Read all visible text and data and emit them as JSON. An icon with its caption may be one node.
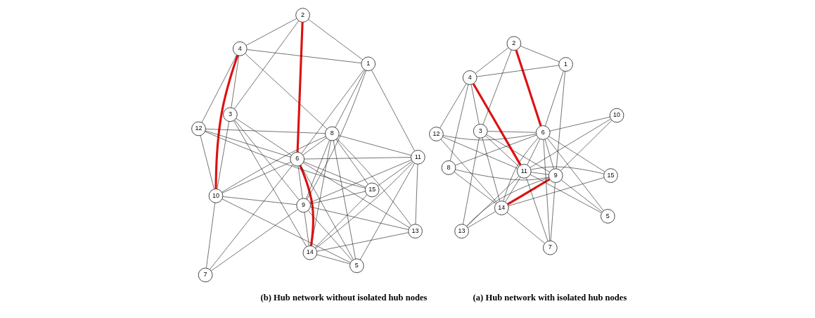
{
  "diagram": {
    "nodes": [
      {
        "text": [
          "14"
        ]
      },
      {
        "text": [
          "15"
        ]
      },
      {
        "text": [
          "13"
        ]
      },
      {
        "text": [
          "9"
        ]
      },
      {
        "text": [
          "11"
        ]
      },
      {
        "text": [
          "10"
        ]
      },
      {
        "text": [
          "12"
        ]
      },
      {
        "text": [
          "5"
        ]
      },
      {
        "text": [
          "8"
        ]
      },
      {
        "text": [
          "7"
        ]
      },
      {
        "text": [
          "6"
        ]
      },
      {
        "text": [
          "3"
        ]
      },
      {
        "text": [
          "1"
        ]
      },
      {
        "text": [
          "2"
        ]
      },
      {
        "text": [
          "4"
        ]
      },
      {
        "text": [
          "14"
        ]
      },
      {
        "text": [
          "15"
        ]
      },
      {
        "text": [
          "13"
        ]
      },
      {
        "text": [
          "9"
        ]
      },
      {
        "text": [
          "10"
        ]
      },
      {
        "text": [
          "11"
        ]
      },
      {
        "text": [
          "12"
        ]
      },
      {
        "text": [
          "5"
        ]
      },
      {
        "text": [
          "8"
        ]
      },
      {
        "text": [
          "7"
        ]
      },
      {
        "text": [
          "6"
        ]
      },
      {
        "text": [
          "3"
        ]
      },
      {
        "text": [
          "1"
        ]
      },
      {
        "text": [
          "2"
        ]
      },
      {
        "text": [
          "4"
        ]
      }
    ],
    "edges": [
      {
        "from": 0,
        "to": 10,
        "arrow": "none",
        "style": "thick",
        "color": "#dd1111"
      },
      {
        "from": 10,
        "to": 13,
        "arrow": "none",
        "style": "thick",
        "color": "#dd1111"
      },
      {
        "from": 5,
        "to": 14,
        "arrow": "none",
        "style": "thick",
        "color": "#dd1111"
      },
      {
        "from": 2,
        "to": 0,
        "arrow": "none"
      },
      {
        "from": 2,
        "to": 3,
        "arrow": "none"
      },
      {
        "from": 2,
        "to": 4,
        "arrow": "none"
      },
      {
        "from": 2,
        "to": 8,
        "arrow": "none"
      },
      {
        "from": 2,
        "to": 10,
        "arrow": "none"
      },
      {
        "from": 0,
        "to": 3,
        "arrow": "none"
      },
      {
        "from": 0,
        "to": 7,
        "arrow": "none"
      },
      {
        "from": 0,
        "to": 1,
        "arrow": "none"
      },
      {
        "from": 0,
        "to": 4,
        "arrow": "none"
      },
      {
        "from": 0,
        "to": 8,
        "arrow": "none"
      },
      {
        "from": 0,
        "to": 11,
        "arrow": "none"
      },
      {
        "from": 1,
        "to": 3,
        "arrow": "none"
      },
      {
        "from": 1,
        "to": 10,
        "arrow": "none"
      },
      {
        "from": 1,
        "to": 6,
        "arrow": "none"
      },
      {
        "from": 1,
        "to": 8,
        "arrow": "none"
      },
      {
        "from": 1,
        "to": 4,
        "arrow": "none"
      },
      {
        "from": 3,
        "to": 4,
        "arrow": "none"
      },
      {
        "from": 3,
        "to": 5,
        "arrow": "none"
      },
      {
        "from": 3,
        "to": 8,
        "arrow": "none"
      },
      {
        "from": 3,
        "to": 9,
        "arrow": "none"
      },
      {
        "from": 3,
        "to": 10,
        "arrow": "none"
      },
      {
        "from": 3,
        "to": 11,
        "arrow": "none"
      },
      {
        "from": 3,
        "to": 7,
        "arrow": "none"
      },
      {
        "from": 5,
        "to": 6,
        "arrow": "none"
      },
      {
        "from": 5,
        "to": 7,
        "arrow": "none"
      },
      {
        "from": 5,
        "to": 10,
        "arrow": "none"
      },
      {
        "from": 5,
        "to": 9,
        "arrow": "none"
      },
      {
        "from": 5,
        "to": 11,
        "arrow": "none"
      },
      {
        "from": 5,
        "to": 8,
        "arrow": "none"
      },
      {
        "from": 4,
        "to": 7,
        "arrow": "none"
      },
      {
        "from": 4,
        "to": 10,
        "arrow": "none"
      },
      {
        "from": 4,
        "to": 12,
        "arrow": "none"
      },
      {
        "from": 4,
        "to": 8,
        "arrow": "none"
      },
      {
        "from": 6,
        "to": 10,
        "arrow": "none"
      },
      {
        "from": 6,
        "to": 8,
        "arrow": "none"
      },
      {
        "from": 6,
        "to": 14,
        "arrow": "none"
      },
      {
        "from": 7,
        "to": 8,
        "arrow": "none"
      },
      {
        "from": 7,
        "to": 10,
        "arrow": "none"
      },
      {
        "from": 8,
        "to": 10,
        "arrow": "none"
      },
      {
        "from": 8,
        "to": 12,
        "arrow": "none"
      },
      {
        "from": 8,
        "to": 14,
        "arrow": "none"
      },
      {
        "from": 9,
        "to": 10,
        "arrow": "none"
      },
      {
        "from": 10,
        "to": 12,
        "arrow": "none"
      },
      {
        "from": 10,
        "to": 11,
        "arrow": "none"
      },
      {
        "from": 11,
        "to": 13,
        "arrow": "none"
      },
      {
        "from": 11,
        "to": 14,
        "arrow": "none"
      },
      {
        "from": 12,
        "to": 3,
        "arrow": "none"
      },
      {
        "from": 12,
        "to": 14,
        "arrow": "none"
      },
      {
        "from": 12,
        "to": 13,
        "arrow": "none"
      },
      {
        "from": 13,
        "to": 14,
        "arrow": "none"
      },
      {
        "from": 18,
        "to": 15,
        "arrow": "none",
        "style": "thick",
        "color": "#dd1111"
      },
      {
        "from": 20,
        "to": 29,
        "arrow": "none",
        "style": "thick",
        "color": "#dd1111"
      },
      {
        "from": 25,
        "to": 28,
        "arrow": "none",
        "style": "thick",
        "color": "#dd1111"
      },
      {
        "from": 17,
        "to": 15,
        "arrow": "none"
      },
      {
        "from": 17,
        "to": 18,
        "arrow": "none"
      },
      {
        "from": 17,
        "to": 20,
        "arrow": "none"
      },
      {
        "from": 17,
        "to": 26,
        "arrow": "none"
      },
      {
        "from": 15,
        "to": 16,
        "arrow": "none"
      },
      {
        "from": 15,
        "to": 25,
        "arrow": "none"
      },
      {
        "from": 15,
        "to": 24,
        "arrow": "none"
      },
      {
        "from": 15,
        "to": 26,
        "arrow": "none"
      },
      {
        "from": 15,
        "to": 20,
        "arrow": "none"
      },
      {
        "from": 15,
        "to": 23,
        "arrow": "none"
      },
      {
        "from": 15,
        "to": 21,
        "arrow": "none"
      },
      {
        "from": 16,
        "to": 25,
        "arrow": "none"
      },
      {
        "from": 16,
        "to": 20,
        "arrow": "none"
      },
      {
        "from": 18,
        "to": 19,
        "arrow": "none"
      },
      {
        "from": 18,
        "to": 20,
        "arrow": "none"
      },
      {
        "from": 18,
        "to": 23,
        "arrow": "none"
      },
      {
        "from": 18,
        "to": 25,
        "arrow": "none"
      },
      {
        "from": 18,
        "to": 24,
        "arrow": "none"
      },
      {
        "from": 18,
        "to": 26,
        "arrow": "none"
      },
      {
        "from": 18,
        "to": 22,
        "arrow": "none"
      },
      {
        "from": 19,
        "to": 20,
        "arrow": "none"
      },
      {
        "from": 19,
        "to": 25,
        "arrow": "none"
      },
      {
        "from": 20,
        "to": 22,
        "arrow": "none"
      },
      {
        "from": 20,
        "to": 25,
        "arrow": "none"
      },
      {
        "from": 20,
        "to": 24,
        "arrow": "none"
      },
      {
        "from": 20,
        "to": 26,
        "arrow": "none"
      },
      {
        "from": 20,
        "to": 21,
        "arrow": "none"
      },
      {
        "from": 21,
        "to": 25,
        "arrow": "none"
      },
      {
        "from": 21,
        "to": 29,
        "arrow": "none"
      },
      {
        "from": 22,
        "to": 25,
        "arrow": "none"
      },
      {
        "from": 23,
        "to": 25,
        "arrow": "none"
      },
      {
        "from": 23,
        "to": 29,
        "arrow": "none"
      },
      {
        "from": 24,
        "to": 25,
        "arrow": "none"
      },
      {
        "from": 25,
        "to": 26,
        "arrow": "none"
      },
      {
        "from": 25,
        "to": 27,
        "arrow": "none"
      },
      {
        "from": 26,
        "to": 28,
        "arrow": "none"
      },
      {
        "from": 26,
        "to": 29,
        "arrow": "none"
      },
      {
        "from": 27,
        "to": 18,
        "arrow": "none"
      },
      {
        "from": 27,
        "to": 29,
        "arrow": "none"
      },
      {
        "from": 27,
        "to": 28,
        "arrow": "none"
      },
      {
        "from": 28,
        "to": 29,
        "arrow": "none"
      }
    ],
    "labels": [
      "(a) Hub network with isolated hub nodes",
      "(b) Hub network without isolated hub nodes"
    ]
  }
}
